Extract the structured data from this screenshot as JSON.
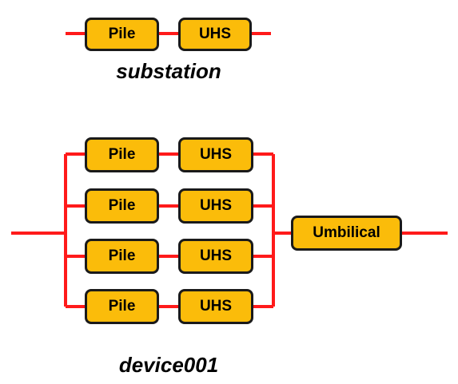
{
  "colors": {
    "line": "#ff1a1a",
    "block_fill": "#fbbc0a",
    "block_border": "#1a1a1a"
  },
  "substation": {
    "blocks": [
      "Pile",
      "UHS"
    ],
    "caption": "substation"
  },
  "device": {
    "strings": [
      {
        "pile": "Pile",
        "uhs": "UHS"
      },
      {
        "pile": "Pile",
        "uhs": "UHS"
      },
      {
        "pile": "Pile",
        "uhs": "UHS"
      },
      {
        "pile": "Pile",
        "uhs": "UHS"
      }
    ],
    "umbilical": "Umbilical",
    "caption": "device001"
  }
}
